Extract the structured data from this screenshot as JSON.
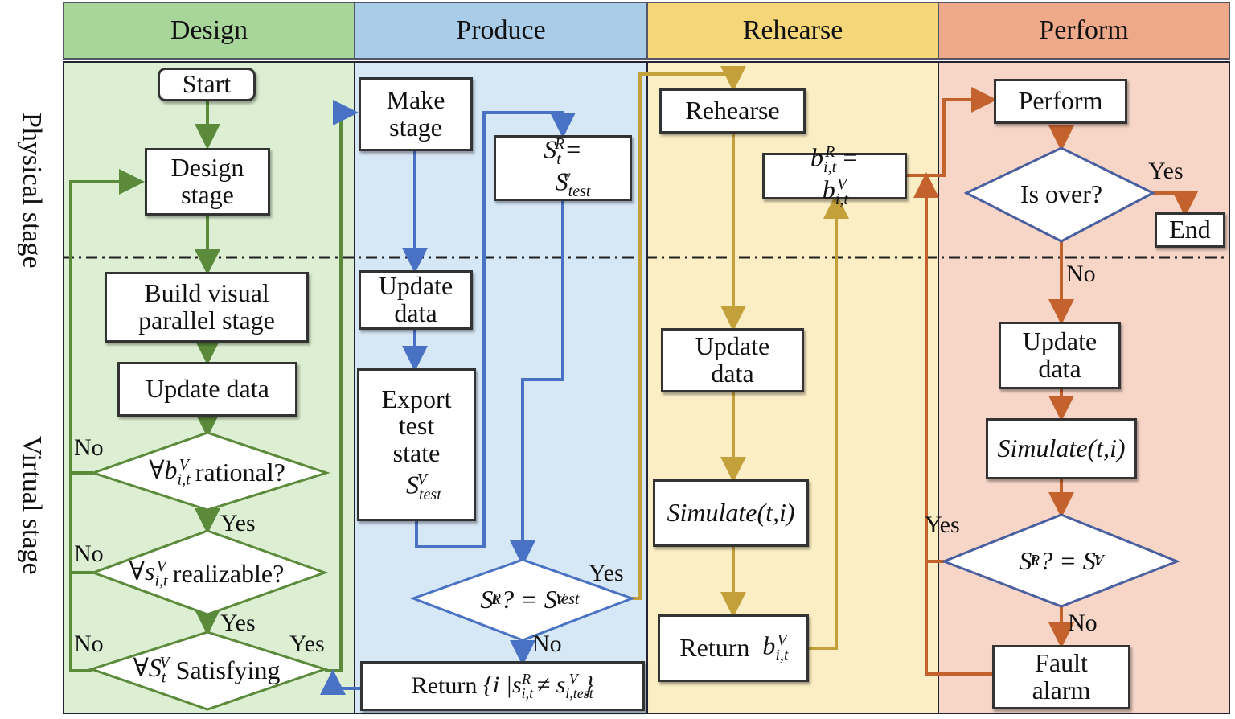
{
  "lanes": {
    "design": "Design",
    "produce": "Produce",
    "rehearse": "Rehearse",
    "perform": "Perform"
  },
  "stages": {
    "physical": "Physical stage",
    "virtual": "Virtual stage"
  },
  "design": {
    "start": "Start",
    "design_stage": "Design\nstage",
    "build_visual": "Build visual\nparallel stage",
    "update_data": "Update data",
    "d1_text": "rational?",
    "d2_text": "realizable?",
    "d3_text": "Satisfying",
    "no1": "No",
    "no2": "No",
    "no3": "No",
    "yes1": "Yes",
    "yes2": "Yes",
    "yes3": "Yes"
  },
  "produce": {
    "make_stage": "Make\nstage",
    "update_data": "Update\ndata",
    "export": "Export\ntest\nstate",
    "yes": "Yes",
    "no": "No",
    "return_text": "Return"
  },
  "rehearse": {
    "rehearse": "Rehearse",
    "update_data": "Update\ndata",
    "simulate": "Simulate(t,i)",
    "return_text": "Return"
  },
  "perform": {
    "perform": "Perform",
    "is_over": "Is over?",
    "yes": "Yes",
    "end": "End",
    "no": "No",
    "update_data": "Update\ndata",
    "simulate": "Simulate(t,i)",
    "yes2": "Yes",
    "no2": "No",
    "fault": "Fault\nalarm"
  },
  "colors": {
    "design_bg": "#dcefd2",
    "design_head": "#a8d59a",
    "design_line": "#5a8a3a",
    "produce_bg": "#d6e7f5",
    "produce_head": "#a9cce8",
    "produce_line": "#4a72c4",
    "rehearse_bg": "#fbeec4",
    "rehearse_head": "#f5d77a",
    "rehearse_line": "#c4a03a",
    "perform_bg": "#f7d6c8",
    "perform_head": "#eea88a",
    "perform_line": "#c4622e"
  }
}
